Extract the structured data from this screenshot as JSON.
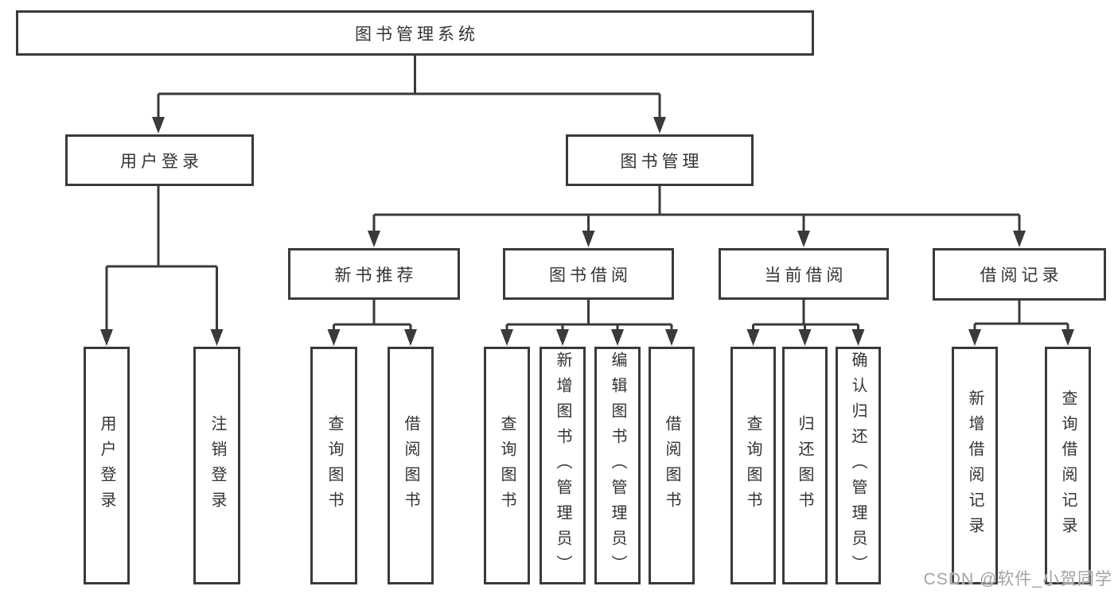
{
  "colors": {
    "line": "#3a3a3a",
    "text": "#333333",
    "watermark": "#a3a3a3",
    "background": "#ffffff"
  },
  "tree": {
    "root": {
      "label": "图书管理系统"
    },
    "branches": [
      {
        "label": "用户登录",
        "children": [
          {
            "label": "用户登录"
          },
          {
            "label": "注销登录"
          }
        ]
      },
      {
        "label": "图书管理",
        "children": [
          {
            "label": "新书推荐",
            "children": [
              {
                "label": "查询图书"
              },
              {
                "label": "借阅图书"
              }
            ]
          },
          {
            "label": "图书借阅",
            "children": [
              {
                "label": "查询图书"
              },
              {
                "label": "新增图书（管理员）"
              },
              {
                "label": "编辑图书（管理员）"
              },
              {
                "label": "借阅图书"
              }
            ]
          },
          {
            "label": "当前借阅",
            "children": [
              {
                "label": "查询图书"
              },
              {
                "label": "归还图书"
              },
              {
                "label": "确认归还（管理员）"
              }
            ]
          },
          {
            "label": "借阅记录",
            "children": [
              {
                "label": "新增借阅记录"
              },
              {
                "label": "查询借阅记录"
              }
            ]
          }
        ]
      }
    ]
  },
  "watermark": {
    "text": "CSDN @软件_小贺同学"
  }
}
